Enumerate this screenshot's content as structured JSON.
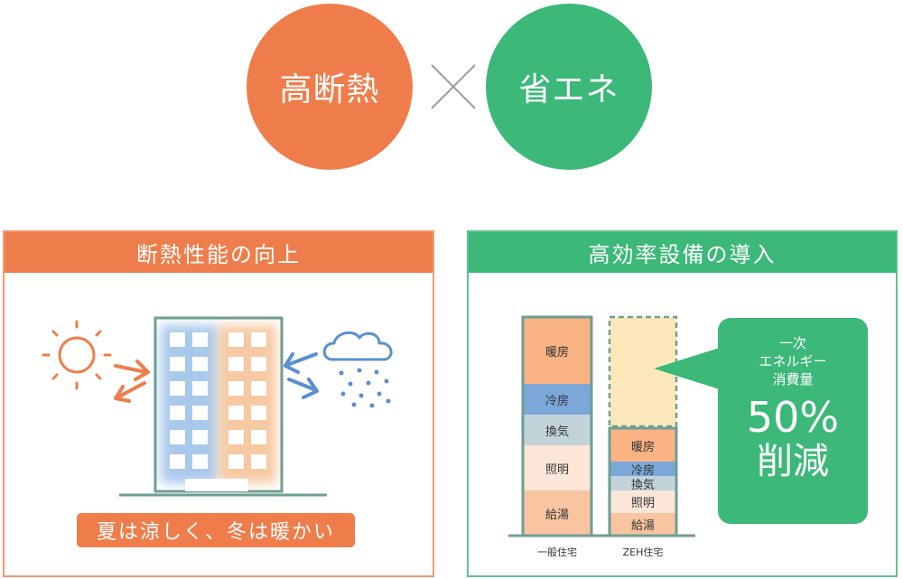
{
  "header": {
    "circle_left": "高断熱",
    "circle_right": "省エネ",
    "left_color": "#ee7d4b",
    "right_color": "#3cb878",
    "times_icon": "cross-icon"
  },
  "left_panel": {
    "title": "断熱性能の向上",
    "caption": "夏は涼しく、冬は暖かい",
    "icons": [
      "sun-icon",
      "building-icon",
      "snow-cloud-icon",
      "arrow-icon"
    ]
  },
  "right_panel": {
    "title": "高効率設備の導入",
    "bars": [
      {
        "label": "一般住宅",
        "segments": [
          {
            "name": "暖房",
            "color": "#f9b283"
          },
          {
            "name": "冷房",
            "color": "#7ba7d9"
          },
          {
            "name": "換気",
            "color": "#c2d3d9"
          },
          {
            "name": "照明",
            "color": "#fce6d8"
          },
          {
            "name": "給湯",
            "color": "#f9c4a0"
          }
        ]
      },
      {
        "label": "ZEH住宅",
        "reduced_area_color": "#fde8bb",
        "segments": [
          {
            "name": "暖房",
            "color": "#f9b283"
          },
          {
            "name": "冷房",
            "color": "#7ba7d9"
          },
          {
            "name": "換気",
            "color": "#c2d3d9"
          },
          {
            "name": "照明",
            "color": "#fce6d8"
          },
          {
            "name": "給湯",
            "color": "#f9c4a0"
          }
        ]
      }
    ],
    "bubble": {
      "line1": "一次",
      "line2": "エネルギー",
      "line3": "消費量",
      "percent": "50%",
      "word": "削減"
    }
  }
}
